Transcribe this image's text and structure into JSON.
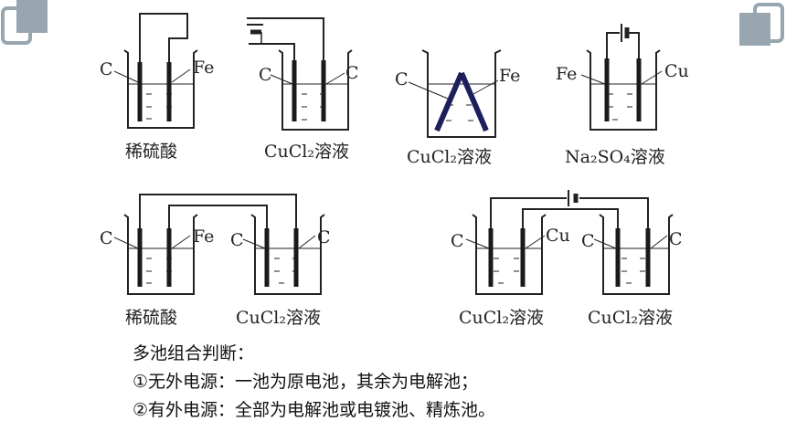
{
  "colors": {
    "corner_gray": "#98a6b0",
    "line": "#222222",
    "electrode": "#1a1a1a",
    "rod_blue": "#1b1f5c"
  },
  "cells": {
    "c1": {
      "left_electrode": "C",
      "right_electrode": "Fe",
      "solution": "稀硫酸"
    },
    "c2": {
      "left_electrode": "C",
      "right_electrode": "C",
      "solution": "CuCl₂溶液"
    },
    "c3": {
      "left_electrode": "C",
      "right_electrode": "Fe",
      "solution": "CuCl₂溶液"
    },
    "c4": {
      "left_electrode": "Fe",
      "right_electrode": "Cu",
      "solution": "Na₂SO₄溶液"
    },
    "c5": {
      "left_electrode": "C",
      "right_electrode": "Fe",
      "solution": "稀硫酸"
    },
    "c6": {
      "left_electrode": "C",
      "right_electrode": "C",
      "solution": "CuCl₂溶液"
    },
    "c7": {
      "left_electrode": "C",
      "right_electrode": "Cu",
      "solution": "CuCl₂溶液"
    },
    "c8": {
      "left_electrode": "C",
      "right_electrode": "C",
      "solution": "CuCl₂溶液"
    }
  },
  "notes": {
    "title": "多池组合判断：",
    "line1": "①无外电源：一池为原电池，其余为电解池；",
    "line2": "②有外电源：全部为电解池或电镀池、精炼池。"
  }
}
